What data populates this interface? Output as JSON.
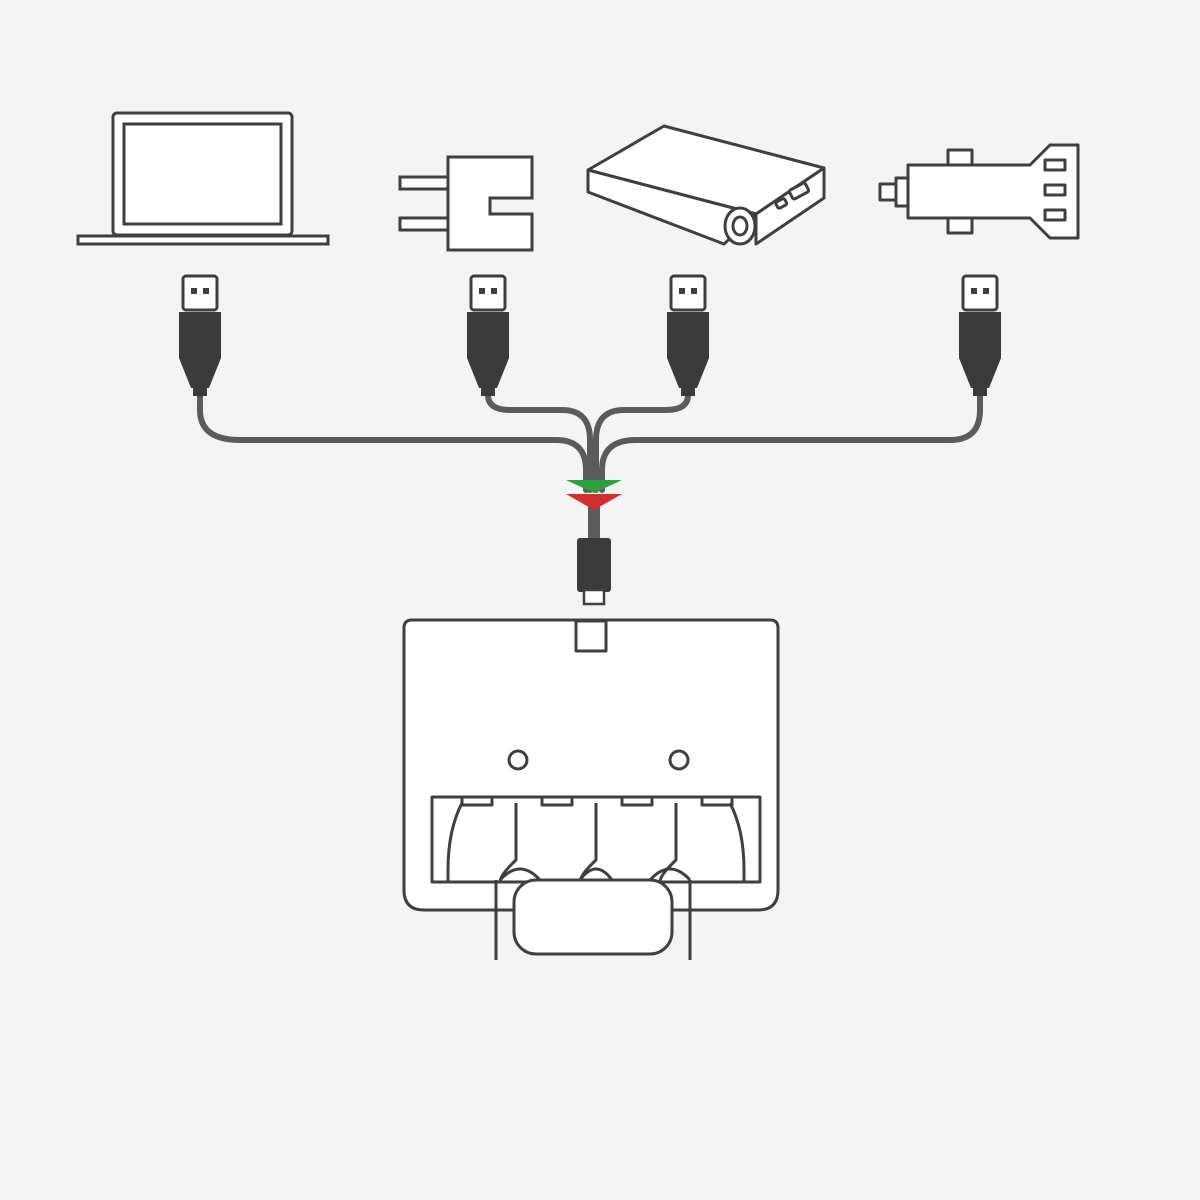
{
  "diagram": {
    "type": "line-art illustration",
    "power_sources": [
      {
        "icon": "laptop-icon"
      },
      {
        "icon": "wall-adapter-icon"
      },
      {
        "icon": "power-bank-icon"
      },
      {
        "icon": "car-charger-icon"
      }
    ],
    "cable": {
      "connectors": [
        "usb-a",
        "usb-a",
        "usb-a",
        "usb-a"
      ],
      "output": "mini-usb"
    },
    "charger": {
      "slots": 4,
      "indicator_lights": 2
    }
  },
  "colors": {
    "background": "#f4f4f4",
    "outline": "#3f3f3f",
    "cable": "#5b5b5b",
    "connector_fill": "#3a3a3a",
    "indicator_green": "#2e9e3f",
    "indicator_red": "#d03030"
  }
}
